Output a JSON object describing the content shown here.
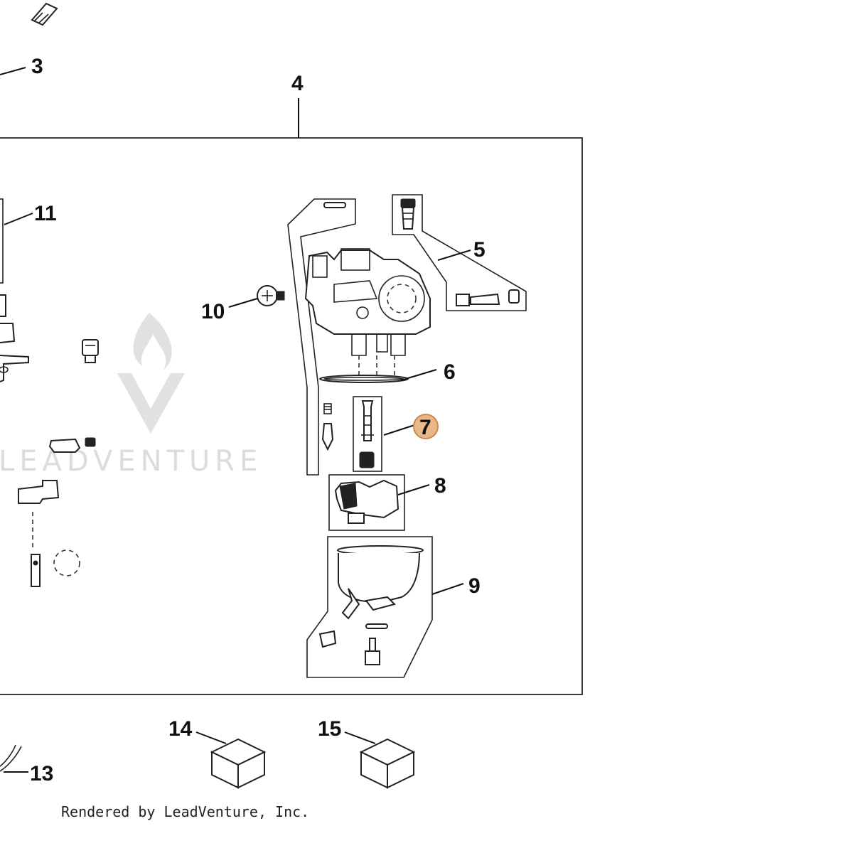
{
  "callouts": {
    "c3": "3",
    "c4": "4",
    "c5": "5",
    "c6": "6",
    "c7": "7",
    "c8": "8",
    "c9": "9",
    "c10": "10",
    "c11": "11",
    "c13": "13",
    "c14": "14",
    "c15": "15"
  },
  "highlight_color": "#e8b888",
  "highlight_stroke": "#c98a4c",
  "watermark": "LEADVENTURE",
  "footer": {
    "credit": "Rendered by LeadVenture, Inc."
  }
}
